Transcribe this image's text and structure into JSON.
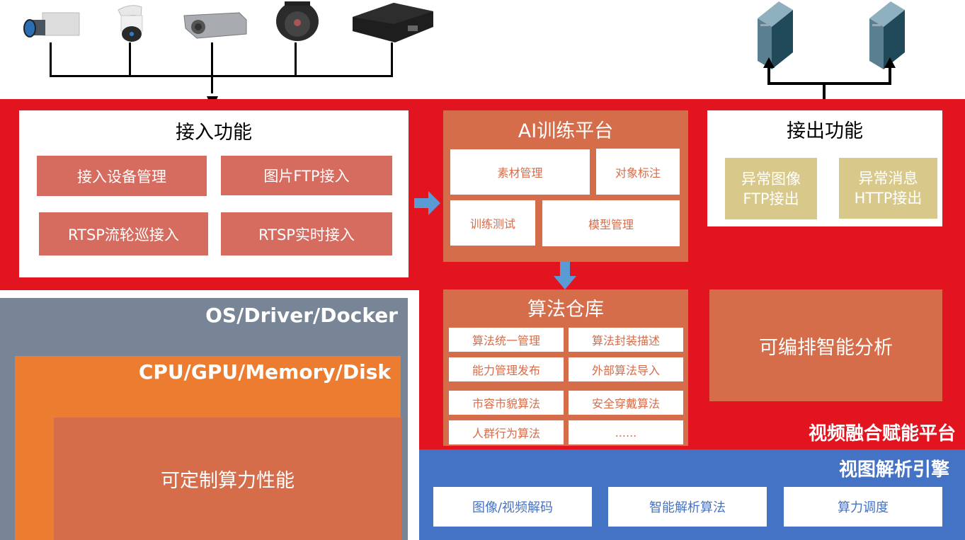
{
  "devices": {
    "cameras": [
      {
        "name": "box-camera-icon"
      },
      {
        "name": "ptz-dome-camera-icon"
      },
      {
        "name": "bullet-camera-icon"
      },
      {
        "name": "dome-camera-icon"
      },
      {
        "name": "nvr-recorder-icon"
      }
    ],
    "servers": [
      {
        "name": "server-tower-icon"
      },
      {
        "name": "server-tower-icon"
      }
    ]
  },
  "access": {
    "title": "接入功能",
    "items": [
      "接入设备管理",
      "图片FTP接入",
      "RTSP流轮巡接入",
      "RTSP实时接入"
    ]
  },
  "ai_training": {
    "title": "AI训练平台",
    "items": [
      "素材管理",
      "对象标注",
      "训练测试",
      "模型管理"
    ]
  },
  "output": {
    "title": "接出功能",
    "items": [
      {
        "line1": "异常图像",
        "line2": "FTP接出"
      },
      {
        "line1": "异常消息",
        "line2": "HTTP接出"
      }
    ]
  },
  "algo_repo": {
    "title": "算法仓库",
    "items": [
      "算法统一管理",
      "算法封装描述",
      "能力管理发布",
      "外部算法导入",
      "市容市貌算法",
      "安全穿戴算法",
      "人群行为算法",
      "......"
    ]
  },
  "orchestration": {
    "label": "可编排智能分析"
  },
  "platform": {
    "label": "视频融合赋能平台"
  },
  "infra": {
    "os_label": "OS/Driver/Docker",
    "hw_label": "CPU/GPU/Memory/Disk",
    "compute_label": "可定制算力性能"
  },
  "engine": {
    "title": "视图解析引擎",
    "items": [
      "图像/视频解码",
      "智能解析算法",
      "算力调度"
    ]
  },
  "colors": {
    "platform_red": "#e2141f",
    "salmon": "#d66c60",
    "box_orange": "#d56c4a",
    "gold": "#d8c98b",
    "engine_blue": "#4472c4",
    "infra_gray": "#788596",
    "hw_orange": "#ec7c30",
    "arrow_blue": "#5b9bd5"
  }
}
